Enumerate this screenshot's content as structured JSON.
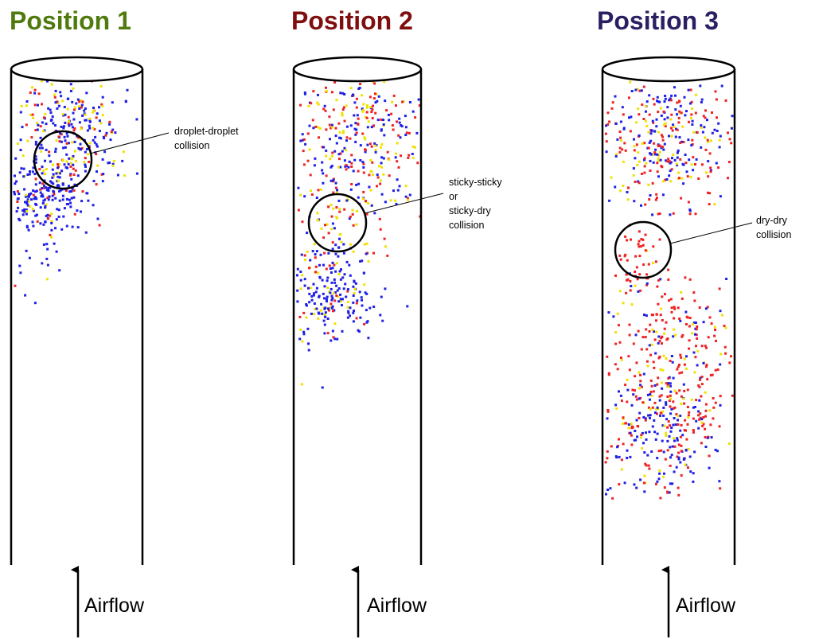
{
  "colors": {
    "position1_title": "#4f7a0e",
    "position2_title": "#7f0f0f",
    "position3_title": "#2b1f63",
    "particle_wet": "#1f1fe6",
    "particle_sticky": "#f0e100",
    "particle_dry": "#ee2222",
    "outline": "#000000"
  },
  "panels": [
    {
      "title": "Position 1",
      "annotation": [
        "droplet-droplet",
        "collision"
      ],
      "airflow_label": "Airflow"
    },
    {
      "title": "Position 2",
      "annotation": [
        "sticky-sticky",
        "or",
        "sticky-dry",
        "collision"
      ],
      "airflow_label": "Airflow"
    },
    {
      "title": "Position 3",
      "annotation": [
        "dry-dry",
        "collision"
      ],
      "airflow_label": "Airflow"
    }
  ]
}
